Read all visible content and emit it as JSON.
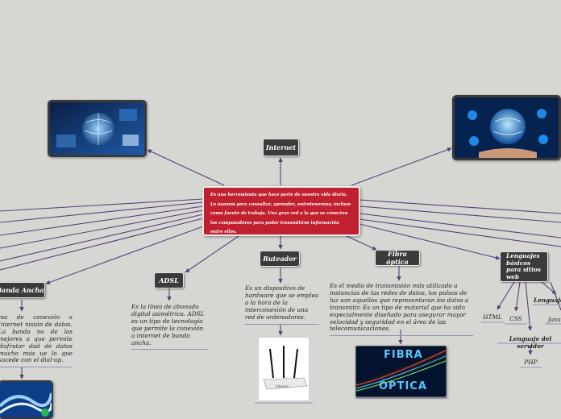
{
  "central": {
    "text": "Es  una herramienta que hace parte de nuestra vida diaria. Lo usamos para consultar, aprender, entretenernos; incluso como fuente de trabajo. Una gran red a la que se conectan los computadores para poder transmitirse información entre ellos."
  },
  "nodes": {
    "internet": "Internet",
    "banda_ancha": "Banda Ancha",
    "adsl": "ADSL",
    "ruteador": "Ruteador",
    "fibra": "Fibra óptica",
    "lenguajes": "Lenguajes básicos para sitios web"
  },
  "texts": {
    "banda_ancha": "ma de conexión a Internet nisión de datos. La banda no de las mejores a que permite disfrutar dad de datos mucho más ue lo que sucede con el dial-up.",
    "adsl": "Es la línea de abonado digital asimétrica. ADSL es un tipo de tecnología que permite la conexión a internet de banda ancha.",
    "ruteador": "Es un dispositivo de hardware que se emplea a la hora de la interconexión de una red de ordenadores.",
    "fibra": "Es el medio de transmisión más utilizado a instancias de las redes de datos, los pulsos de luz son aquellos que representarán los datos a transmitir. Es un tipo de material que ha sido especialmente diseñado para asegurar mayor velocidad y seguridad en el área de las telecomunicaciones."
  },
  "languages": {
    "html": "HTML",
    "css": "CSS",
    "lenguaje_right": "Lenguaje",
    "java": "Java",
    "servidor": "Lenguaje del servidor",
    "php": "PHP"
  },
  "image_text": {
    "fibra_word1": "FIBRA",
    "fibra_word2": "ÓPTICA",
    "router_brand": "Sitecom"
  },
  "colors": {
    "background": "#d6d7d3",
    "link": "#5b3d7a",
    "central": "#c0202f",
    "node": "#3b3b3b"
  }
}
